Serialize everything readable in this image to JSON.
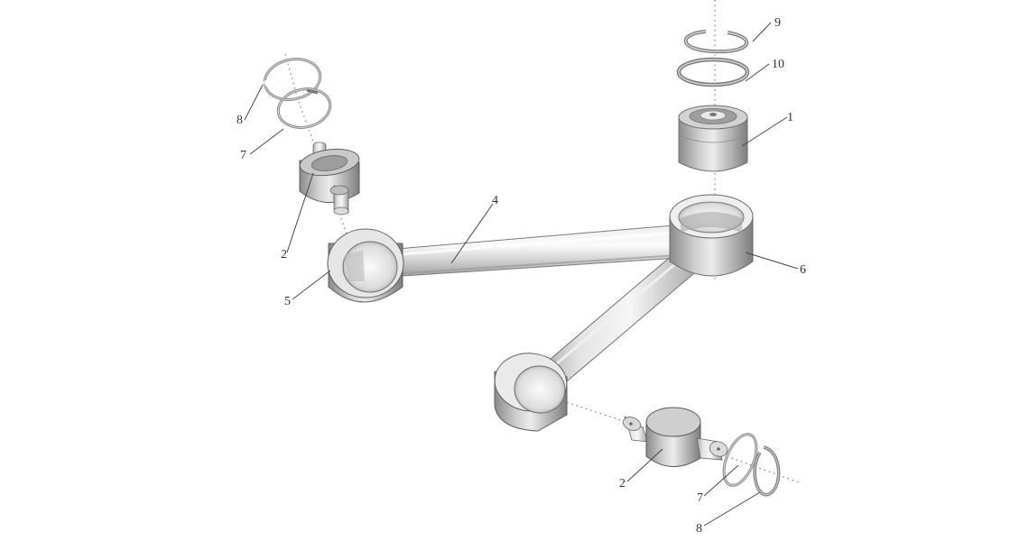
{
  "diagram": {
    "callouts": [
      {
        "id": "c9",
        "label": "9"
      },
      {
        "id": "c10",
        "label": "10"
      },
      {
        "id": "c1",
        "label": "1"
      },
      {
        "id": "c8a",
        "label": "8"
      },
      {
        "id": "c7a",
        "label": "7"
      },
      {
        "id": "c4",
        "label": "4"
      },
      {
        "id": "c2a",
        "label": "2"
      },
      {
        "id": "c6",
        "label": "6"
      },
      {
        "id": "c5",
        "label": "5"
      },
      {
        "id": "c2b",
        "label": "2"
      },
      {
        "id": "c7b",
        "label": "7"
      },
      {
        "id": "c8b",
        "label": "8"
      }
    ]
  }
}
